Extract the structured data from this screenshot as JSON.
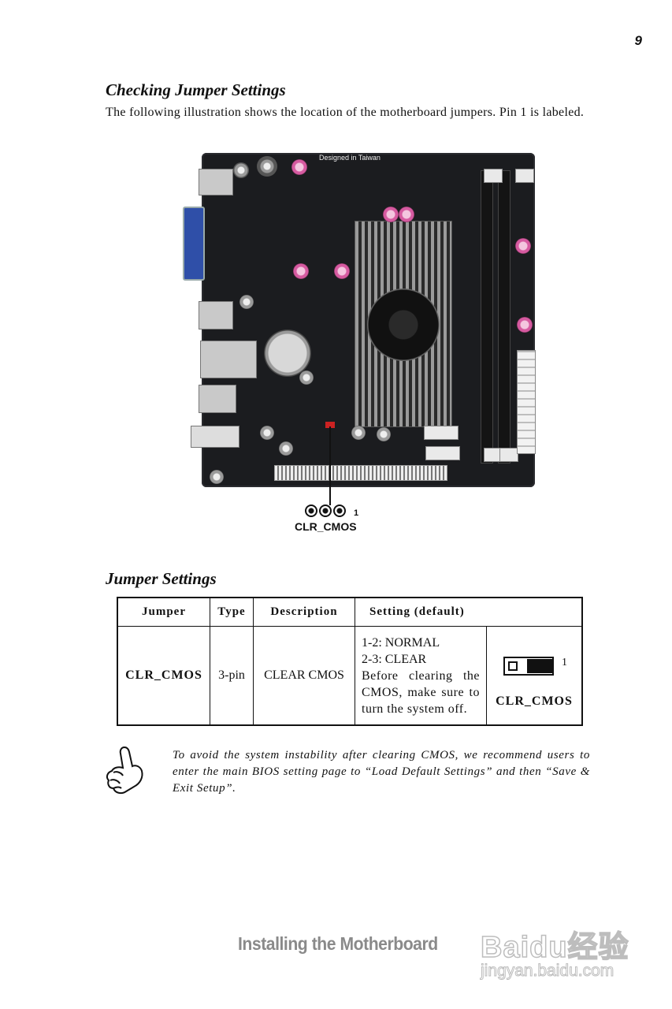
{
  "page_number": "9",
  "section1": {
    "title": "Checking Jumper Settings",
    "intro": "The following illustration shows the location of the motherboard jumpers. Pin 1 is labeled."
  },
  "figure": {
    "board_text": "Designed in Taiwan",
    "pin_label": "1",
    "connector_label": "CLR_CMOS"
  },
  "section2": {
    "title": "Jumper Settings"
  },
  "table": {
    "headers": [
      "Jumper",
      "Type",
      "Description",
      "Setting (default)"
    ],
    "row": {
      "jumper": "CLR_CMOS",
      "type": "3-pin",
      "description": "CLEAR CMOS",
      "setting_line1": "1-2: NORMAL",
      "setting_line2": "2-3: CLEAR",
      "setting_note": "Before clearing the CMOS, make sure to turn the system off.",
      "diagram_pin_label": "1",
      "diagram_label": "CLR_CMOS"
    }
  },
  "note": {
    "text": "To avoid the system instability after clearing CMOS, we recommend users to enter the main BIOS setting page to “Load Default Settings” and then “Save & Exit Setup”."
  },
  "footer": {
    "title": "Installing the Motherboard",
    "watermark_brand": "Baidu经验",
    "watermark_url": "jingyan.baidu.com"
  }
}
